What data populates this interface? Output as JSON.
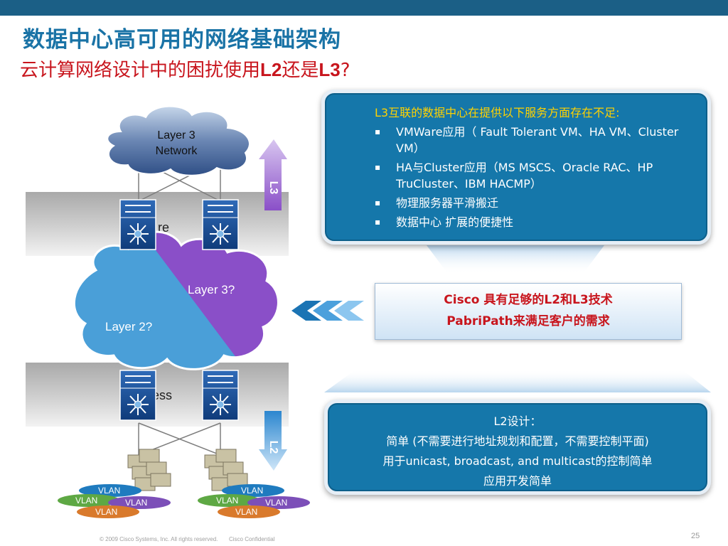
{
  "header": {
    "title": "数据中心高可用的网络基础架构",
    "subtitle_pre": "云计算网络设计中的困扰使用",
    "subtitle_l2": "L2",
    "subtitle_mid": "还是",
    "subtitle_l3": "L3",
    "subtitle_q": "?"
  },
  "diagram": {
    "cloud_label_line1": "Layer 3",
    "cloud_label_line2": "Network",
    "core_label": "re",
    "access_label": "ess",
    "layer3_question": "Layer 3?",
    "layer2_question": "Layer 2?",
    "arrow_up_label": "L3",
    "arrow_down_label": "L2",
    "vlan_label": "VLAN"
  },
  "top_box": {
    "lead": "L3互联的数据中心在提供以下服务方面存在不足:",
    "items": [
      "VMWare应用（ Fault Tolerant  VM、HA VM、Cluster VM）",
      "HA与Cluster应用（MS MSCS、Oracle RAC、HP TruCluster、IBM HACMP）",
      "物理服务器平滑搬迁",
      "数据中心 扩展的便捷性"
    ]
  },
  "mid_box": {
    "line1": "Cisco 具有足够的L2和L3技术",
    "line2": "PabriPath来满足客户的需求"
  },
  "bottom_box": {
    "line1": "L2设计：",
    "line2": "简单 (不需要进行地址规划和配置，不需要控制平面)",
    "line3": "用于unicast, broadcast, and multicast的控制简单",
    "line4": "应用开发简单"
  },
  "footer": {
    "copyright": "© 2009 Cisco Systems, Inc. All rights reserved.",
    "confidential": "Cisco Confidential",
    "page": "25"
  },
  "colors": {
    "title_blue": "#1a73a6",
    "subtitle_red": "#c8151d",
    "box_blue": "#1577aa",
    "lead_yellow": "#ffd200",
    "purple": "#8a4fc8",
    "light_blue": "#4a9fd8"
  }
}
